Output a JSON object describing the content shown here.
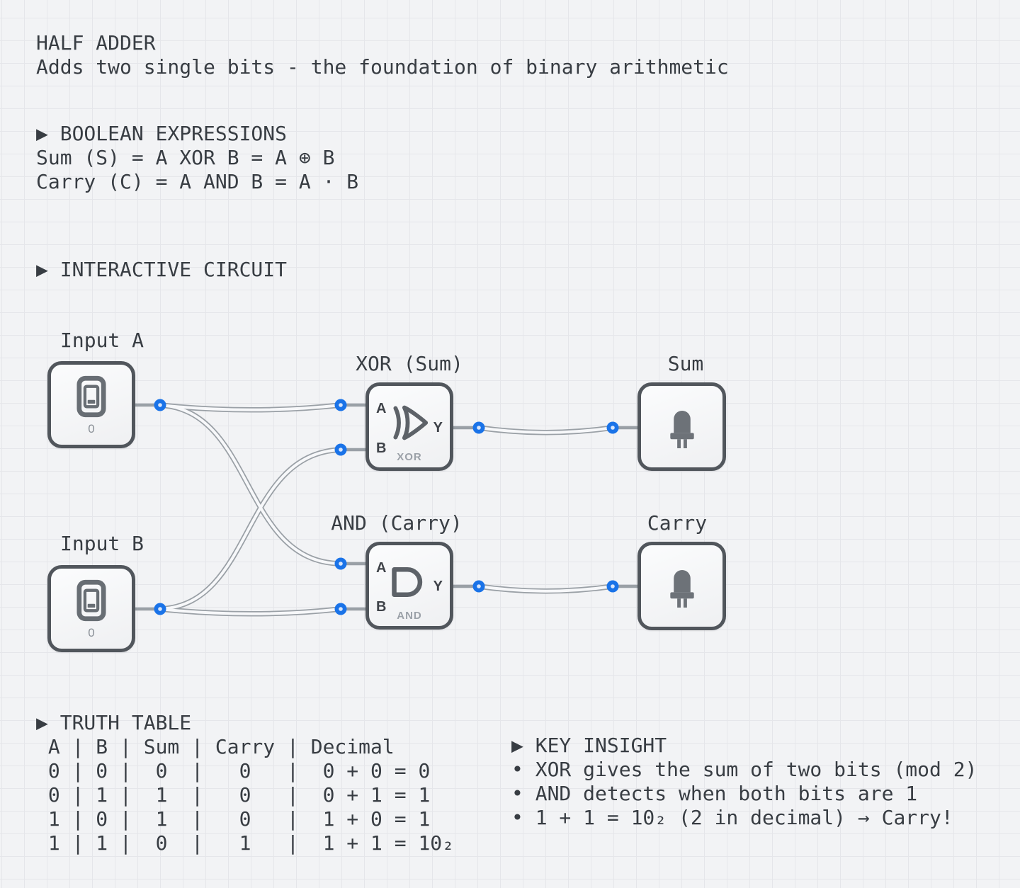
{
  "page": {
    "title": "HALF ADDER",
    "subtitle": "Adds two single bits - the foundation of binary arithmetic"
  },
  "boolean_expressions": {
    "heading": "▶ BOOLEAN EXPRESSIONS",
    "sum_line": "Sum (S) = A XOR B = A ⊕ B",
    "carry_line": "Carry (C) = A AND B = A · B"
  },
  "circuit": {
    "heading": "▶ INTERACTIVE CIRCUIT",
    "input_a": {
      "label": "Input A",
      "value": "0",
      "icon": "toggle-switch-icon"
    },
    "input_b": {
      "label": "Input B",
      "value": "0",
      "icon": "toggle-switch-icon"
    },
    "xor_gate": {
      "label": "XOR (Sum)",
      "caption": "XOR",
      "port_a": "A",
      "port_b": "B",
      "port_y": "Y",
      "icon": "xor-gate-icon"
    },
    "and_gate": {
      "label": "AND (Carry)",
      "caption": "AND",
      "port_a": "A",
      "port_b": "B",
      "port_y": "Y",
      "icon": "and-gate-icon"
    },
    "sum_output": {
      "label": "Sum",
      "icon": "led-icon"
    },
    "carry_output": {
      "label": "Carry",
      "icon": "led-icon"
    }
  },
  "truth_table": {
    "heading": "▶ TRUTH TABLE",
    "columns": [
      "A",
      "B",
      "Sum",
      "Carry",
      "Decimal"
    ],
    "rows": [
      {
        "a": "0",
        "b": "0",
        "sum": "0",
        "carry": "0",
        "decimal": "0 + 0 = 0"
      },
      {
        "a": "0",
        "b": "1",
        "sum": "1",
        "carry": "0",
        "decimal": "0 + 1 = 1"
      },
      {
        "a": "1",
        "b": "0",
        "sum": "1",
        "carry": "0",
        "decimal": "1 + 0 = 1"
      },
      {
        "a": "1",
        "b": "1",
        "sum": "0",
        "carry": "1",
        "decimal": "1 + 1 = 10₂"
      }
    ],
    "lines": [
      " A | B | Sum | Carry | Decimal",
      " 0 | 0 |  0  |   0   |  0 + 0 = 0",
      " 0 | 1 |  1  |   0   |  0 + 1 = 1",
      " 1 | 0 |  1  |   0   |  1 + 0 = 1",
      " 1 | 1 |  0  |   1   |  1 + 1 = 10₂"
    ]
  },
  "key_insight": {
    "heading": "▶ KEY INSIGHT",
    "bullets": [
      "• XOR gives the sum of two bits (mod 2)",
      "• AND detects when both bits are 1",
      "• 1 + 1 = 10₂ (2 in decimal) → Carry!"
    ]
  },
  "colors": {
    "background": "#f2f3f5",
    "grid_line": "#e5e6ea",
    "text": "#383d43",
    "component_border": "#51565c",
    "icon_gray": "#686e74",
    "wire_gray": "#9aa0a6",
    "wire_core": "#f7f8fa",
    "connection_blue": "#1a73e8",
    "caption_gray": "#9ba1a8"
  }
}
